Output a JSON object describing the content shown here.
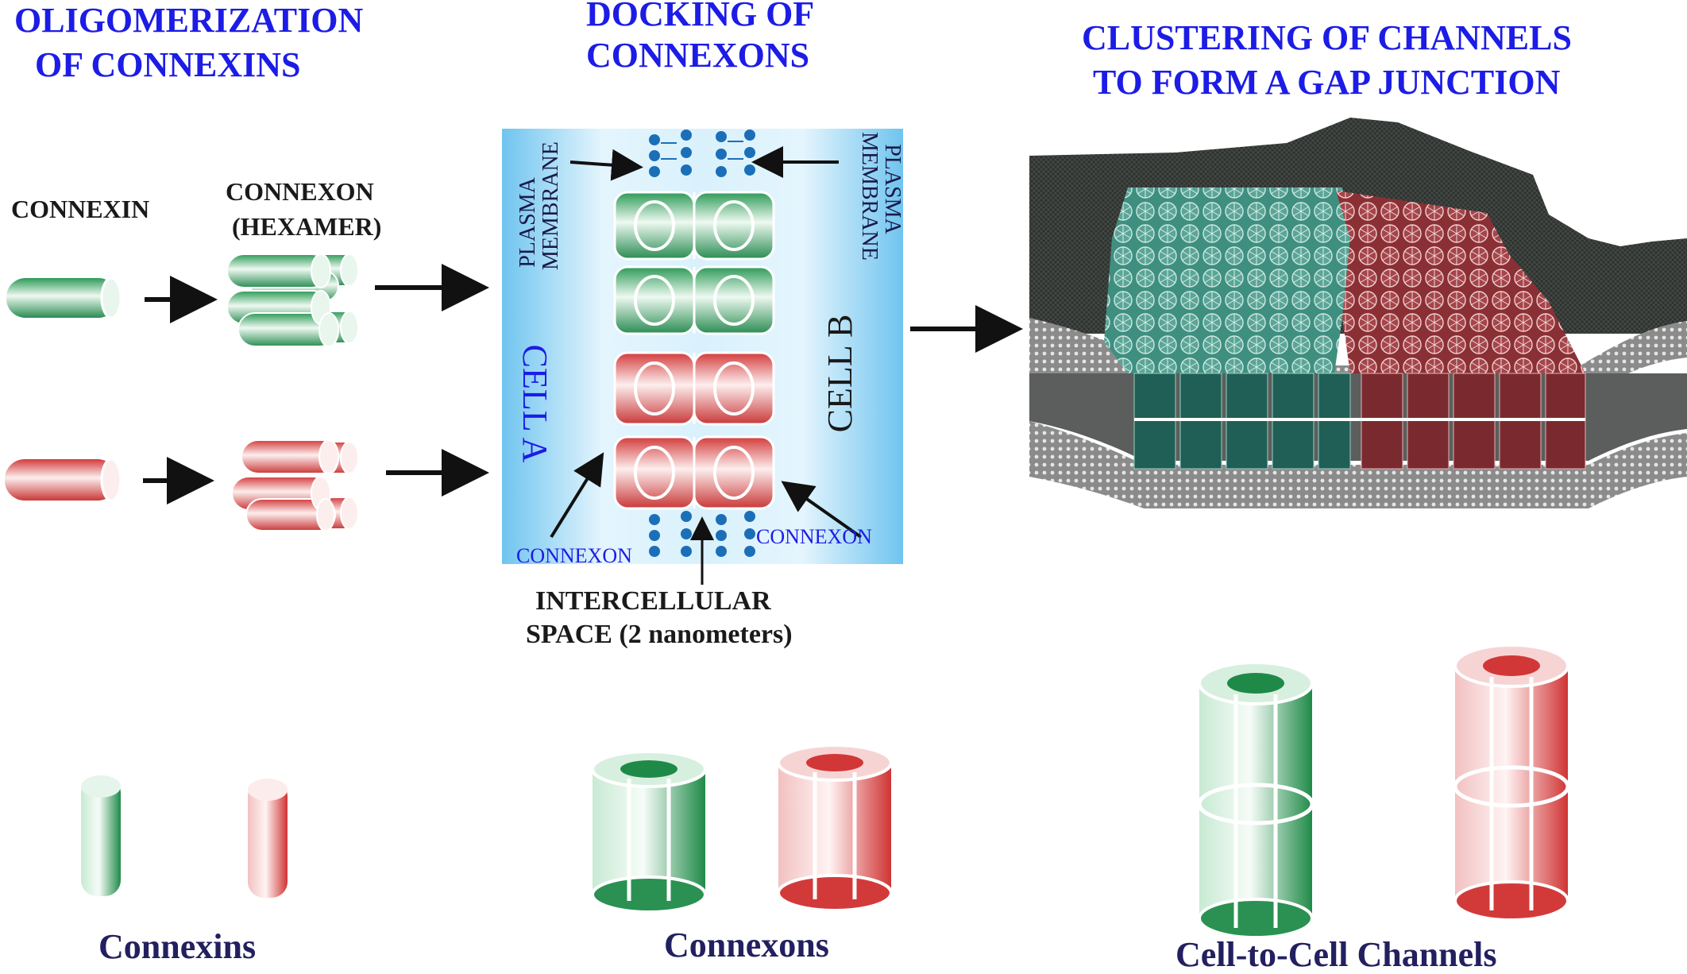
{
  "sections": {
    "oligomerization": {
      "line1": "OLIGOMERIZATION",
      "line2": "OF CONNEXINS"
    },
    "docking": {
      "line1": "DOCKING OF",
      "line2": "CONNEXONS"
    },
    "clustering": {
      "line1": "CLUSTERING OF CHANNELS",
      "line2": "TO FORM  A GAP JUNCTION"
    }
  },
  "labels": {
    "connexin": "CONNEXIN",
    "connexon_line1": "CONNEXON",
    "connexon_line2": "(HEXAMER)",
    "plasma_line1": "PLASMA",
    "plasma_line2": "MEMBRANE",
    "cell_a": "CELL A",
    "cell_b": "CELL B",
    "connexon_left": "CONNEXON",
    "connexon_right": "CONNEXON",
    "intercellular_line1": "INTERCELLULAR",
    "intercellular_line2": "SPACE (2 nanometers)"
  },
  "captions": {
    "connexins": "Connexins",
    "connexons": "Connexons",
    "channels": "Cell-to-Cell Channels"
  },
  "colors": {
    "title_blue": "#1c1ce6",
    "green": "#2e9a5a",
    "red": "#d8403f",
    "teal": "#1f5f55",
    "maroon": "#7a2a2e",
    "membrane_blue": "#8fd0f2"
  }
}
